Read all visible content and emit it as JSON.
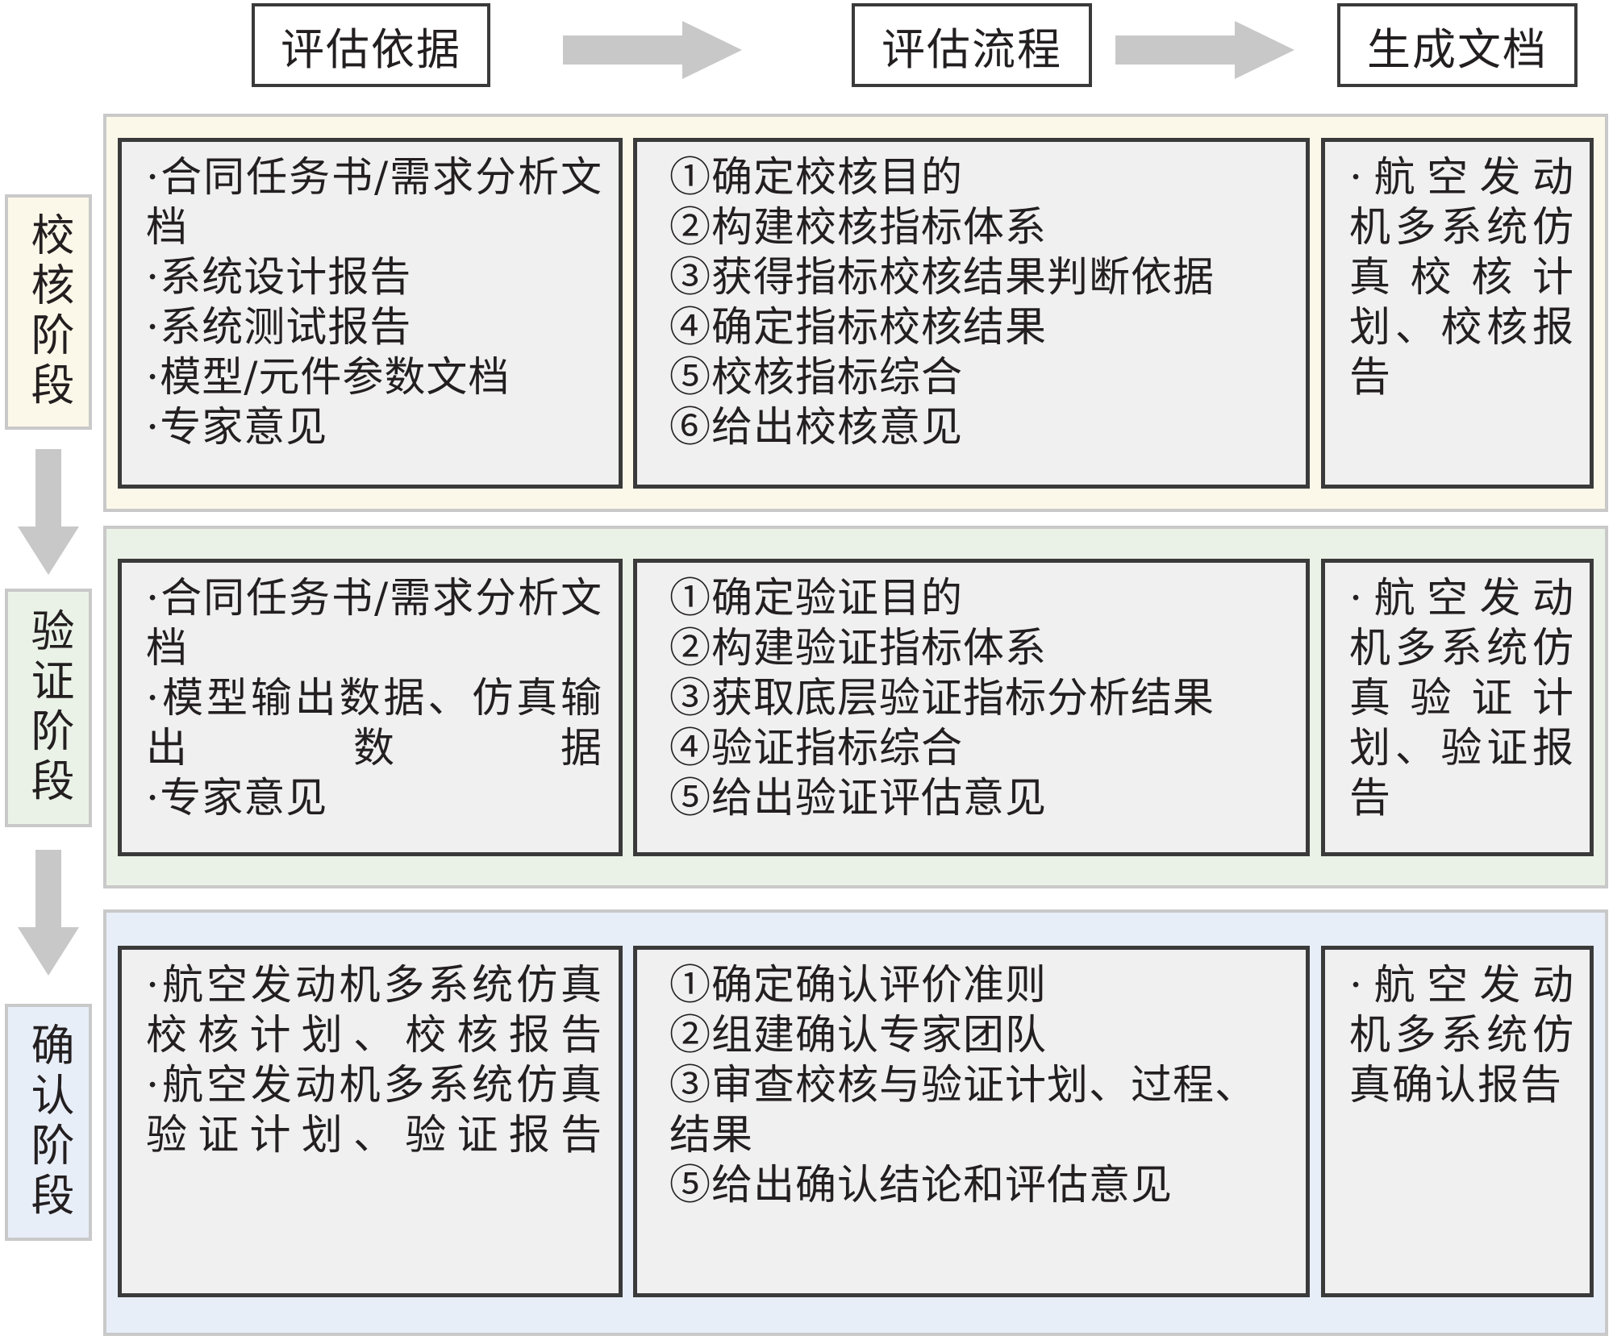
{
  "headers": {
    "basis": "评估依据",
    "process": "评估流程",
    "docs": "生成文档"
  },
  "stages": {
    "check": {
      "label": "校核阶段",
      "basis": [
        "·合同任务书/需求分析文档",
        "·系统设计报告",
        "·系统测试报告",
        "·模型/元件参数文档",
        "·专家意见"
      ],
      "process": [
        "①确定校核目的",
        "②构建校核指标体系",
        "③获得指标校核结果判断依据",
        "④确定指标校核结果",
        "⑤校核指标综合",
        "⑥给出校核意见"
      ],
      "docs": "·航空发动机多系统仿真校核计划、校核报告"
    },
    "verify": {
      "label": "验证阶段",
      "basis": [
        "·合同任务书/需求分析文档",
        "·模型输出数据、仿真输出数据",
        "·专家意见"
      ],
      "process": [
        "①确定验证目的",
        "②构建验证指标体系",
        "③获取底层验证指标分析结果",
        "④验证指标综合",
        "⑤给出验证评估意见"
      ],
      "docs": "·航空发动机多系统仿真验证计划、验证报告"
    },
    "validate": {
      "label": "确认阶段",
      "basis": [
        "·航空发动机多系统仿真校核计划、校核报告",
        "·航空发动机多系统仿真验证计划、验证报告"
      ],
      "process": [
        "①确定确认评价准则",
        "②组建确认专家团队",
        "③审查校核与验证计划、过程、结果",
        "⑤给出确认结论和评估意见"
      ],
      "docs": "·航空发动机多系统仿真确认报告"
    }
  },
  "colors": {
    "check_panel": "#fcf8e9",
    "verify_panel": "#eaf2e7",
    "validate_panel": "#e8eef8",
    "box_fill": "#f0f0f0",
    "arrow": "#c8c8c8"
  }
}
